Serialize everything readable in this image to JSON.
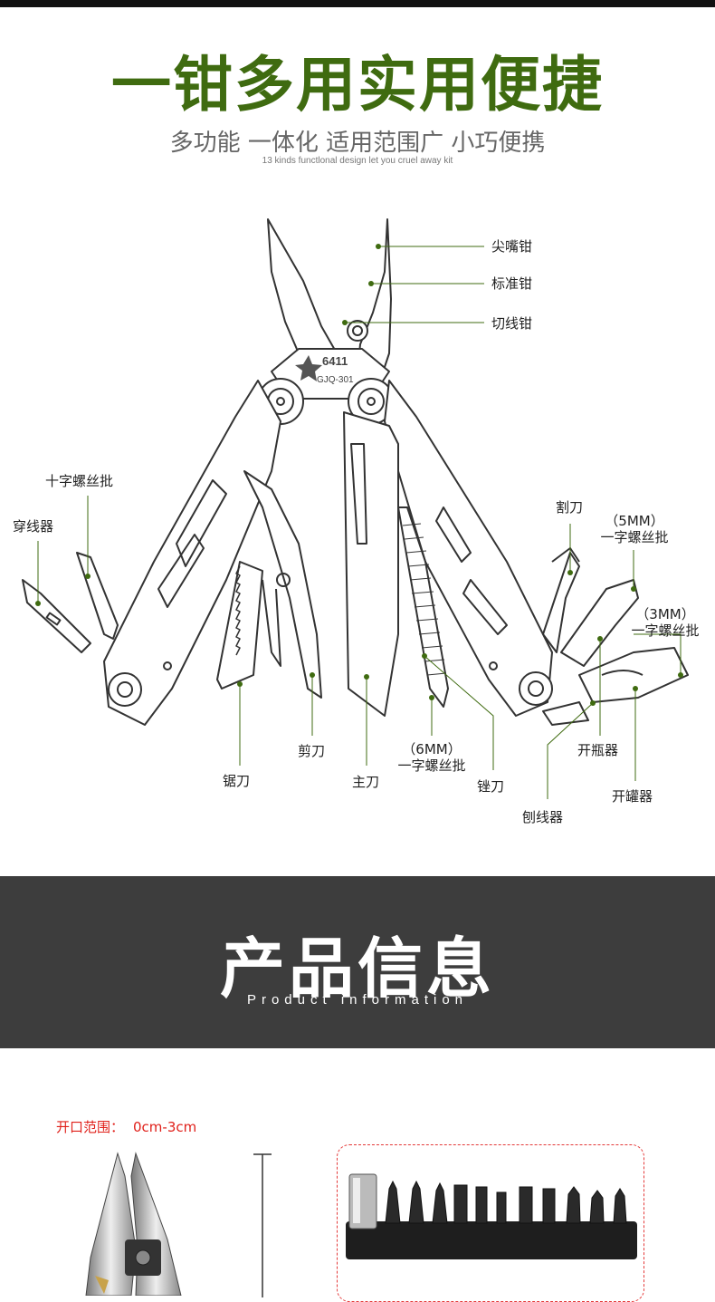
{
  "hero": {
    "title": "一钳多用实用便捷",
    "subtitle": "多功能 一体化 适用范围广 小巧便携",
    "subtitle_en": "13 kinds functlonal design let you cruel away kit",
    "title_color": "#3f6b10"
  },
  "product": {
    "brand_mark": "6411",
    "model": "GJQ-301"
  },
  "labels": {
    "needle_nose": "尖嘴钳",
    "standard_pliers": "标准钳",
    "wire_cutter": "切线钳",
    "cross_screwdriver": "十字螺丝批",
    "threader": "穿线器",
    "hook_knife": "割刀",
    "flat5_size": "（5MM）",
    "flat5_name": "一字螺丝批",
    "flat3_size": "（3MM）",
    "flat3_name": "一字螺丝批",
    "saw": "锯刀",
    "scissors": "剪刀",
    "main_blade": "主刀",
    "flat6_size": "（6MM）",
    "flat6_name": "一字螺丝批",
    "file": "锉刀",
    "bottle_opener": "开瓶器",
    "can_opener": "开罐器",
    "wire_stripper": "刨线器"
  },
  "info_band": {
    "title": "产品信息",
    "subtitle": "Product information"
  },
  "specs": {
    "opening_label": "开口范围：",
    "opening_value": "0cm-3cm"
  },
  "colors": {
    "accent_green": "#3f6b10",
    "band_gray": "#3d3d3d",
    "spec_red": "#e0201a"
  }
}
